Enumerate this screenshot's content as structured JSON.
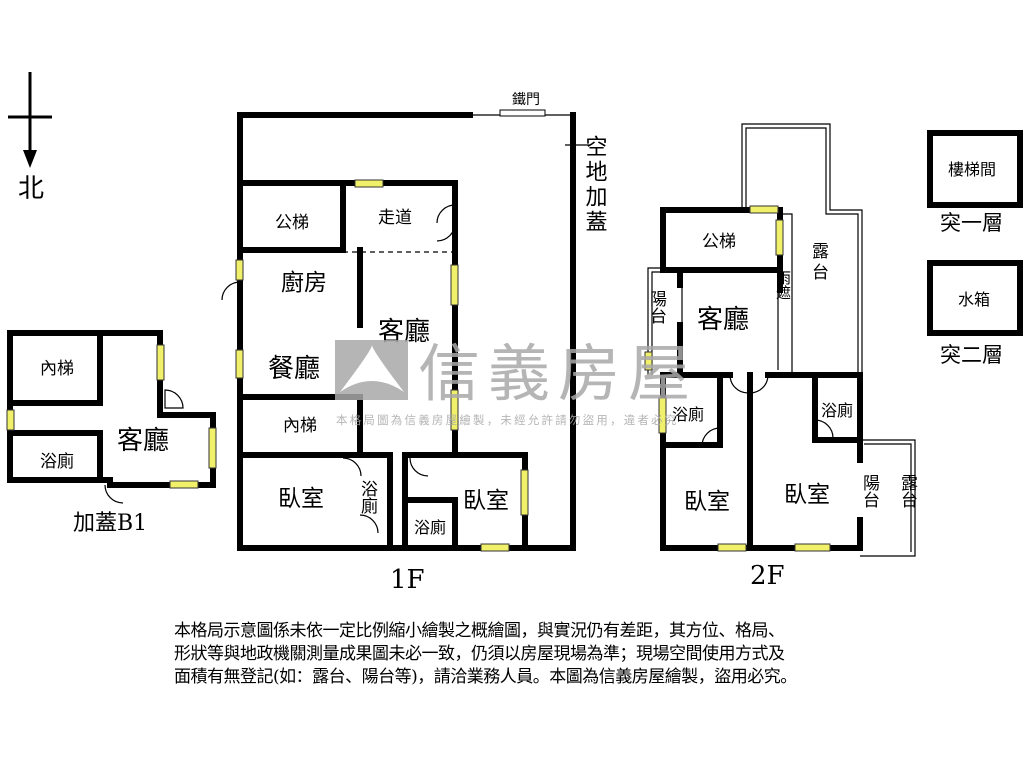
{
  "compass": {
    "north": "北"
  },
  "b1": {
    "name": "加蓋B1",
    "rooms": [
      "內梯",
      "客廳",
      "浴廁"
    ]
  },
  "f1": {
    "name": "1F",
    "gate": "鐵門",
    "annex": "空地加蓋",
    "rooms": [
      "公梯",
      "走道",
      "廚房",
      "客廳",
      "餐廳",
      "內梯",
      "臥室",
      "浴廁",
      "臥室",
      "浴廁"
    ]
  },
  "f2": {
    "name": "2F",
    "rooms": [
      "公梯",
      "客廳",
      "陽台",
      "雨遮",
      "露台",
      "浴廁",
      "浴廁",
      "臥室",
      "臥室",
      "陽台",
      "露台"
    ]
  },
  "roof": {
    "box1": "樓梯間",
    "level1": "突一層",
    "box2": "水箱",
    "level2": "突二層"
  },
  "watermark": {
    "brand": "信義房屋",
    "notice": "本格局圖為信義房屋繪製，未經允許請勿盜用，違者必究"
  },
  "disclaimer": [
    "本格局示意圖係未依一定比例縮小繪製之概繪圖，與實況仍有差距，其方位、格局、",
    "形狀等與地政機關測量成果圖未必一致，仍須以房屋現場為準；現場空間使用方式及",
    "面積有無登記(如：露台、陽台等)，請洽業務人員。本圖為信義房屋繪製，盜用必究。"
  ],
  "colors": {
    "wall": "#000000",
    "window": "#f0f06a",
    "watermark": "#a9a9a9"
  }
}
